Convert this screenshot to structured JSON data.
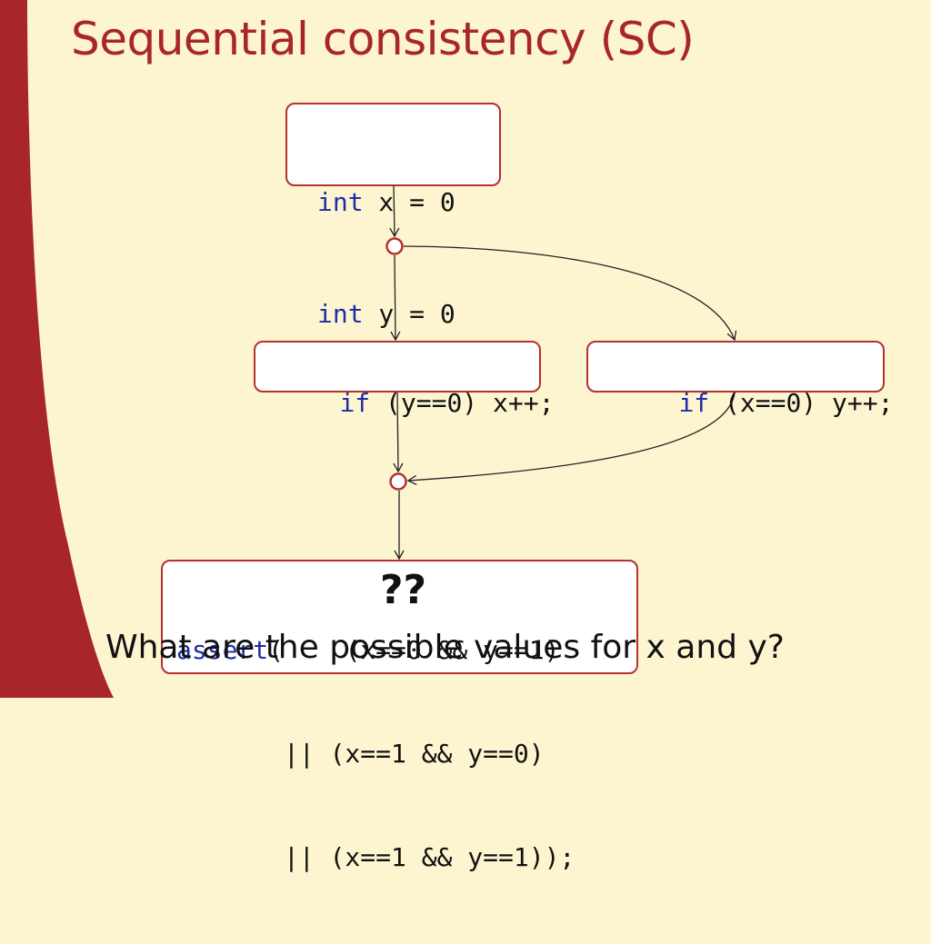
{
  "slide": {
    "title": "Sequential consistency (SC)",
    "colors": {
      "background": "#fdf5d0",
      "accent": "#a8262a",
      "keyword": "#1d2ea7"
    },
    "init_box": {
      "lines": [
        {
          "kw": "int",
          "rest": " x = 0"
        },
        {
          "kw": "int",
          "rest": " y = 0"
        }
      ]
    },
    "thread_left": {
      "kw": "if",
      "rest": " (y==0) x++;"
    },
    "thread_right": {
      "kw": "if",
      "rest": " (x==0) y++;"
    },
    "assert_box": {
      "lines": [
        {
          "kw": "assert",
          "rest": "(    (x==0 && y==1)"
        },
        {
          "kw": "",
          "rest": "       || (x==1 && y==0)"
        },
        {
          "kw": "",
          "rest": "       || (x==1 && y==1));"
        }
      ]
    },
    "unknown_marker": "??",
    "question": "What are the possible values for x  and y?"
  }
}
